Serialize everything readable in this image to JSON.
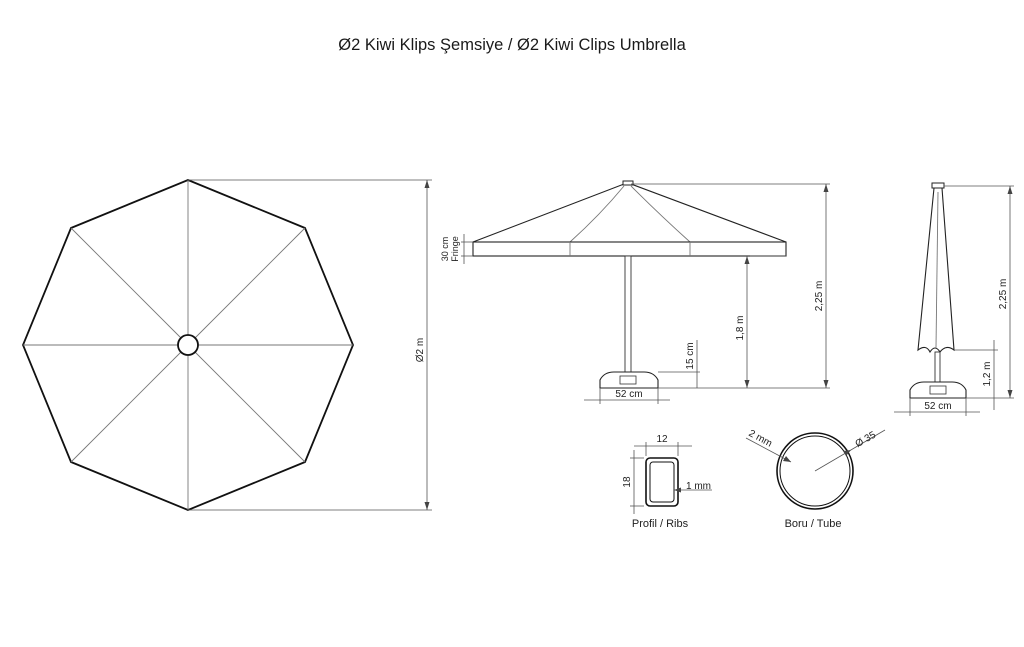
{
  "title": "Ø2 Kiwi Klips Şemsiye / Ø2 Kiwi Clips Umbrella",
  "top_view": {
    "diameter_label": "Ø2 m"
  },
  "side_view": {
    "fringe_height_label": "30 cm",
    "fringe_label": "Fringe",
    "total_height_label": "2,25 m",
    "canopy_edge_height_label": "1,8 m",
    "base_height_label": "15 cm",
    "base_width_label": "52 cm"
  },
  "closed_view": {
    "total_height_label": "2,25 m",
    "closed_height_label": "1,2 m",
    "base_width_label": "52 cm"
  },
  "rib_profile": {
    "width_label": "12",
    "height_label": "18",
    "wall_label": "1 mm",
    "caption": "Profil / Ribs"
  },
  "tube": {
    "wall_label": "2 mm",
    "diameter_label": "Ø 35",
    "caption": "Boru / Tube"
  }
}
